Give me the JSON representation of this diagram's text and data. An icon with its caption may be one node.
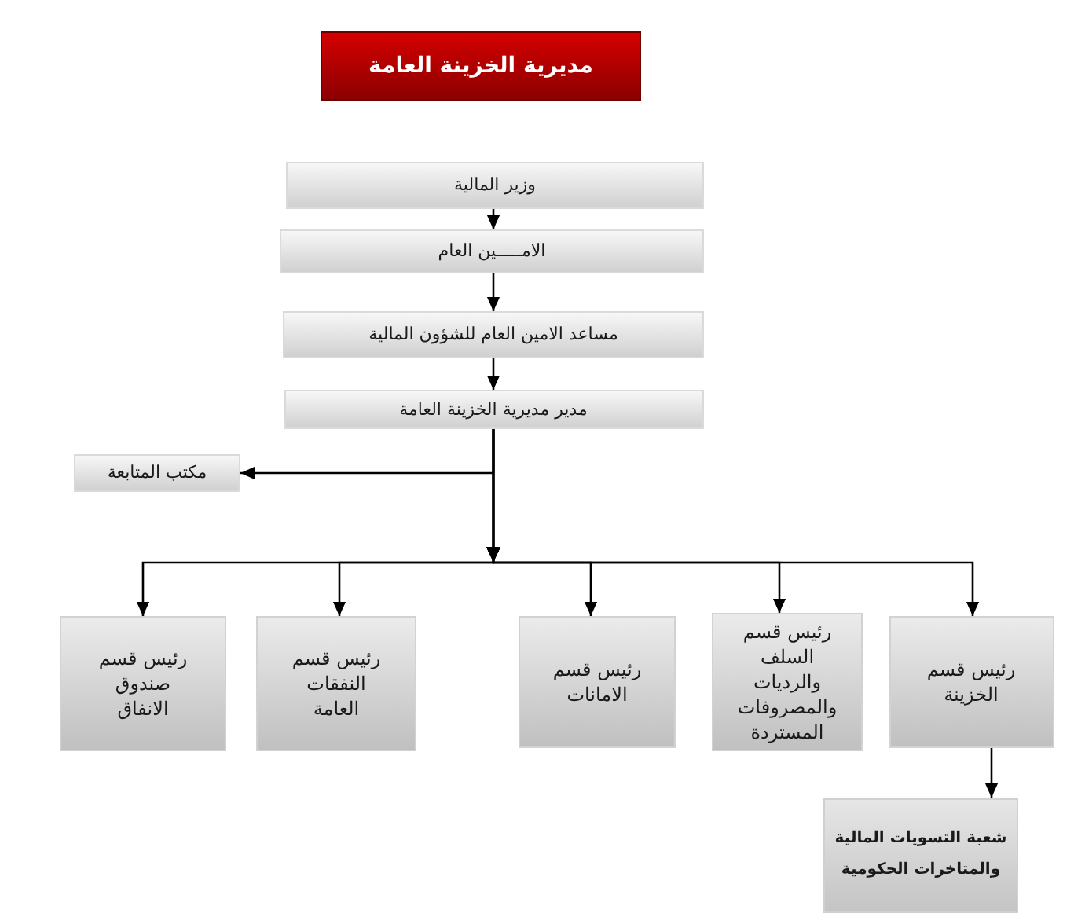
{
  "diagram": {
    "title": "مديرية الخزينة العامة",
    "nodes": [
      {
        "text": [
          "وزير المالية"
        ]
      },
      {
        "text": [
          "الامـــــين العام"
        ]
      },
      {
        "text": [
          "مساعد الامين العام للشؤون المالية"
        ]
      },
      {
        "text": [
          "مدير مديرية الخزينة العامة"
        ]
      },
      {
        "text": [
          "مكتب المتابعة"
        ]
      },
      {
        "text": [
          "رئيس قسم الخزينة"
        ]
      },
      {
        "text": [
          "رئيس قسم السلف والرديات والمصروفات المستردة"
        ]
      },
      {
        "text": [
          "رئيس قسم الامانات"
        ]
      },
      {
        "text": [
          "رئيس قسم النفقات العامة"
        ]
      },
      {
        "text": [
          "رئيس قسم صندوق الانفاق"
        ]
      },
      {
        "text": [
          "شعبة التسويات المالية والمتاخرات الحكومية"
        ]
      }
    ],
    "edges": [
      {
        "from": 0,
        "to": 1,
        "arrow": "to"
      },
      {
        "from": 1,
        "to": 2,
        "arrow": "to"
      },
      {
        "from": 2,
        "to": 3,
        "arrow": "to"
      },
      {
        "from": 3,
        "to": 4,
        "arrow": "to"
      },
      {
        "from": 3,
        "to": 5,
        "arrow": "to"
      },
      {
        "from": 3,
        "to": 6,
        "arrow": "to"
      },
      {
        "from": 3,
        "to": 7,
        "arrow": "to"
      },
      {
        "from": 3,
        "to": 8,
        "arrow": "to"
      },
      {
        "from": 3,
        "to": 9,
        "arrow": "to"
      },
      {
        "from": 5,
        "to": 10,
        "arrow": "to"
      }
    ]
  }
}
